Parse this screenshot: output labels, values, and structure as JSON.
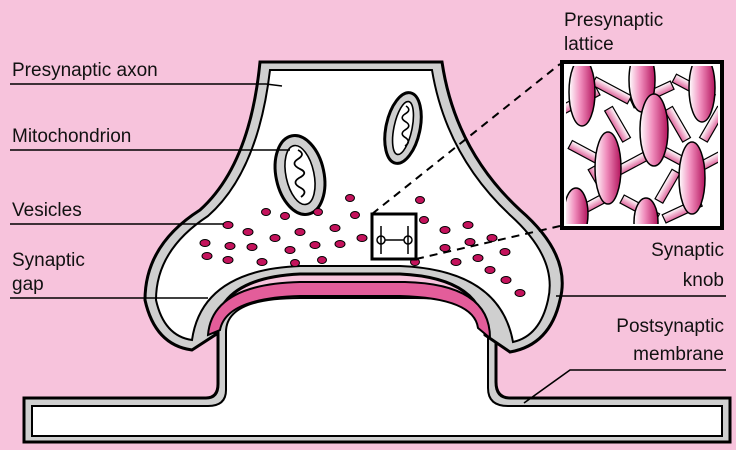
{
  "colors": {
    "background": "#f7c3dc",
    "membrane": "#cfcfcf",
    "outline": "#000000",
    "cleft": "#e35d9a",
    "vesicle": "#c4135c",
    "lattice_bg": "#ffffff"
  },
  "labels": {
    "presynaptic_axon": "Presynaptic axon",
    "mitochondrion": "Mitochondrion",
    "vesicles": "Vesicles",
    "synaptic_gap_line1": "Synaptic",
    "synaptic_gap_line2": "gap",
    "presynaptic_lattice_line1": "Presynaptic",
    "presynaptic_lattice_line2": "lattice",
    "synaptic_knob_line1": "Synaptic",
    "synaptic_knob_line2": "knob",
    "postsynaptic_membrane_line1": "Postsynaptic",
    "postsynaptic_membrane_line2": "membrane"
  }
}
